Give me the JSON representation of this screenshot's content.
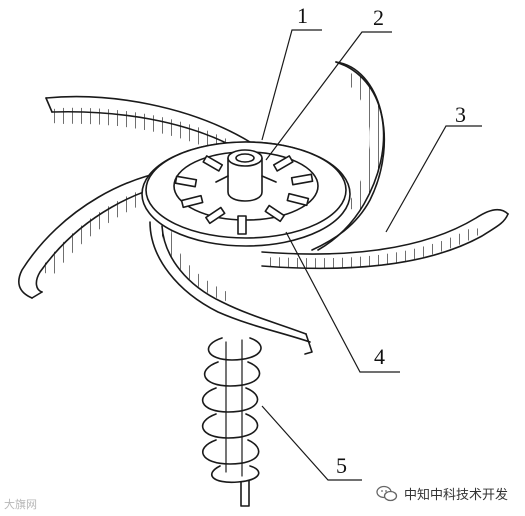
{
  "labels": {
    "part1": "1",
    "part2": "2",
    "part3": "3",
    "part4": "4",
    "part5": "5"
  },
  "watermark": {
    "left_text": "大旗网",
    "right_text": "中知中科技术开发"
  },
  "colors": {
    "line": "#1a1a1a",
    "watermark_left": "#b7b7b7",
    "background": "#ffffff"
  },
  "icons": {
    "watermark_right_icon": "wechat-bubbles-icon"
  }
}
